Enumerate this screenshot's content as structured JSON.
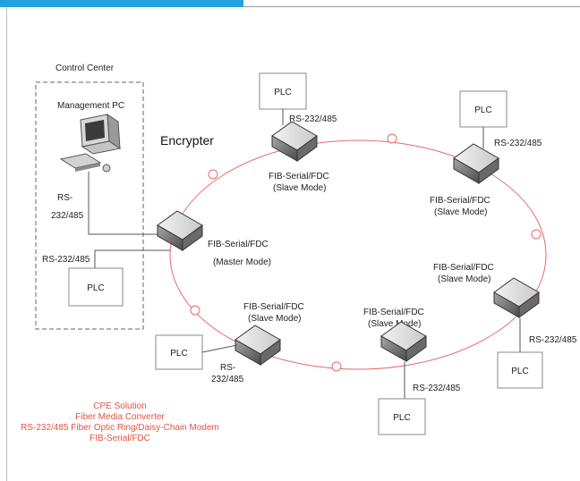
{
  "header": {
    "accent_color": "#23a2dd"
  },
  "diagram": {
    "control_center": "Control Center",
    "management_pc": "Management PC",
    "encrypter": "Encrypter",
    "pc_link": [
      "RS-",
      "232/485"
    ],
    "master_rs": "RS-232/485",
    "master_device": [
      "FIB-Serial/FDC",
      "(Master Mode)"
    ],
    "slave_device": [
      "FIB-Serial/FDC",
      "(Slave Mode)"
    ],
    "rs_label": "RS-232/485",
    "rs_split": [
      "RS-",
      "232/485"
    ],
    "plc": "PLC",
    "ring_color": "#e66a6a",
    "notes": [
      "CPE Solution",
      "Fiber Media Converter",
      "RS-232/485 Fiber Optic Ring/Daisy-Chain Modem",
      "FIB-Serial/FDC"
    ]
  }
}
